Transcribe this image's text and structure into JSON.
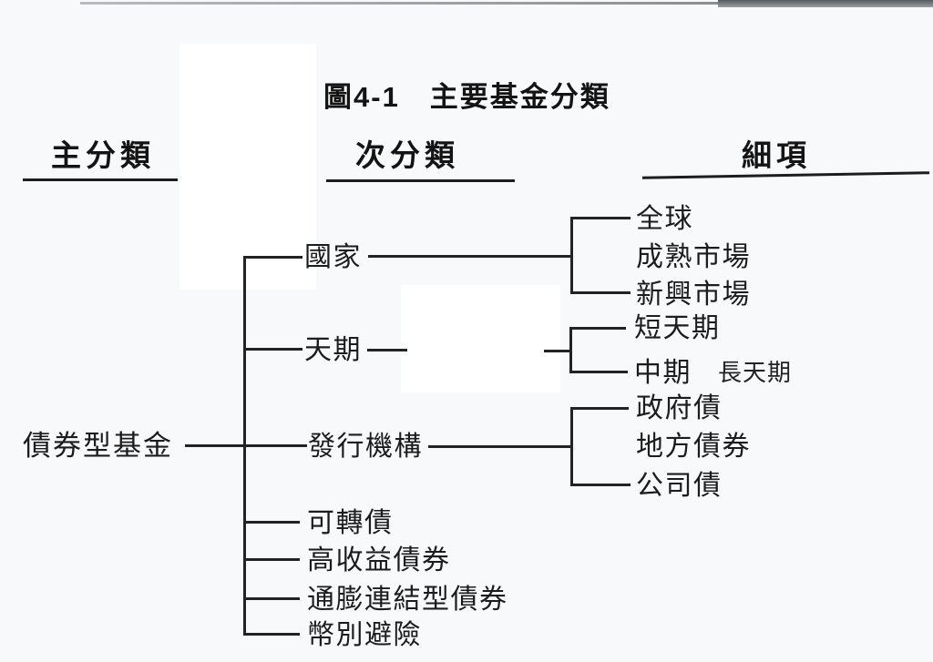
{
  "figure": {
    "title": "圖4-1　主要基金分類"
  },
  "columns": {
    "main": "主分類",
    "sub": "次分類",
    "detail": "細項"
  },
  "tree": {
    "root": "債券型基金",
    "branches": [
      {
        "label": "國家",
        "children": [
          "全球",
          "成熟市場",
          "新興市場"
        ]
      },
      {
        "label": "天期",
        "children": [
          "短天期",
          "中期",
          "長天期"
        ]
      },
      {
        "label": "發行機構",
        "children": [
          "政府債",
          "地方債券",
          "公司債"
        ]
      },
      {
        "label": "可轉債"
      },
      {
        "label": "高收益債券"
      },
      {
        "label": "通膨連結型債券"
      },
      {
        "label": "幣別避險"
      }
    ]
  },
  "colors": {
    "ink": "#1c1c1c",
    "paper": "#f8f9fa",
    "whiteout": "#ffffff",
    "scan_edge": "#5a5f63"
  }
}
